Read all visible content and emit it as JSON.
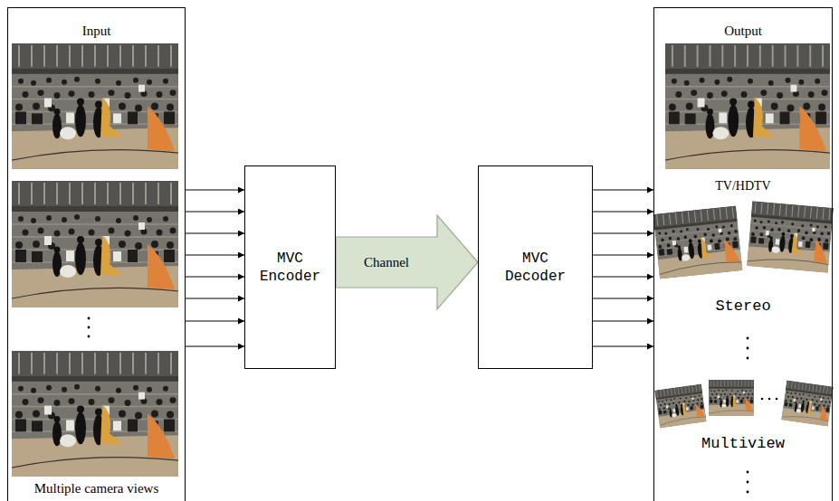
{
  "diagram": {
    "nodes": [
      {
        "text": [
          "Input",
          "Multiple camera views"
        ]
      },
      {
        "text": [
          "MVC Encoder"
        ]
      },
      {
        "text": [
          "MVC Decoder"
        ]
      },
      {
        "text": [
          "Output",
          "TV/HDTV",
          "Stereo",
          "Multiview"
        ]
      }
    ],
    "edges": [
      {
        "from": 0,
        "to": 1,
        "arrow": "to"
      },
      {
        "from": 0,
        "to": 1,
        "arrow": "to"
      },
      {
        "from": 0,
        "to": 1,
        "arrow": "to"
      },
      {
        "from": 0,
        "to": 1,
        "arrow": "to"
      },
      {
        "from": 0,
        "to": 1,
        "arrow": "to"
      },
      {
        "from": 0,
        "to": 1,
        "arrow": "to"
      },
      {
        "from": 0,
        "to": 1,
        "arrow": "to"
      },
      {
        "from": 0,
        "to": 1,
        "arrow": "to"
      },
      {
        "from": 1,
        "to": 2,
        "label": "Channel",
        "arrow": "to"
      },
      {
        "from": 2,
        "to": 3,
        "arrow": "to"
      },
      {
        "from": 2,
        "to": 3,
        "arrow": "to"
      },
      {
        "from": 2,
        "to": 3,
        "arrow": "to"
      },
      {
        "from": 2,
        "to": 3,
        "arrow": "to"
      },
      {
        "from": 2,
        "to": 3,
        "arrow": "to"
      },
      {
        "from": 2,
        "to": 3,
        "arrow": "to"
      },
      {
        "from": 2,
        "to": 3,
        "arrow": "to"
      },
      {
        "from": 2,
        "to": 3,
        "arrow": "to"
      }
    ]
  }
}
